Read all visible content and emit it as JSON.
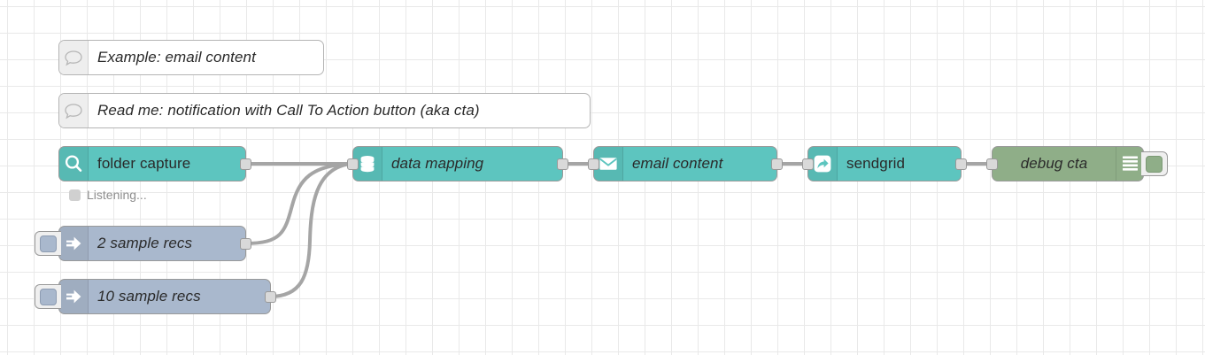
{
  "canvas": {
    "grid_color": "#e9e9e9",
    "background": "#ffffff",
    "grid_size": 30
  },
  "palette": {
    "teal": "#5dc5bf",
    "inject_blue": "#a9b8cd",
    "debug_green": "#8fae88",
    "wire": "#a5a5a5",
    "port": "#d9d9d9",
    "border": "#999999"
  },
  "comments": [
    {
      "label": "Example: email content",
      "icon": "comment-bubble-icon"
    },
    {
      "label": "Read me: notification with Call To Action button (aka cta)",
      "icon": "comment-bubble-icon"
    }
  ],
  "nodes": {
    "folder_capture": {
      "label": "folder capture",
      "icon": "magnifier-icon",
      "status": "Listening...",
      "status_dot_color": "#d0d0d0"
    },
    "data_mapping": {
      "label": "data mapping",
      "icon": "database-icon"
    },
    "email_content": {
      "label": "email content",
      "icon": "envelope-icon"
    },
    "sendgrid": {
      "label": "sendgrid",
      "icon": "share-arrow-icon"
    },
    "debug_cta": {
      "label": "debug cta",
      "icon": "debug-bars-icon",
      "toggle": "debug-toggle-button"
    },
    "inject_2": {
      "label": "2 sample recs",
      "icon": "inject-arrow-icon",
      "button": "inject-trigger-button"
    },
    "inject_10": {
      "label": "10 sample recs",
      "icon": "inject-arrow-icon",
      "button": "inject-trigger-button"
    }
  },
  "wires": [
    {
      "from": "folder_capture",
      "to": "data_mapping"
    },
    {
      "from": "inject_2",
      "to": "data_mapping"
    },
    {
      "from": "inject_10",
      "to": "data_mapping"
    },
    {
      "from": "data_mapping",
      "to": "email_content"
    },
    {
      "from": "email_content",
      "to": "sendgrid"
    },
    {
      "from": "sendgrid",
      "to": "debug_cta"
    }
  ]
}
